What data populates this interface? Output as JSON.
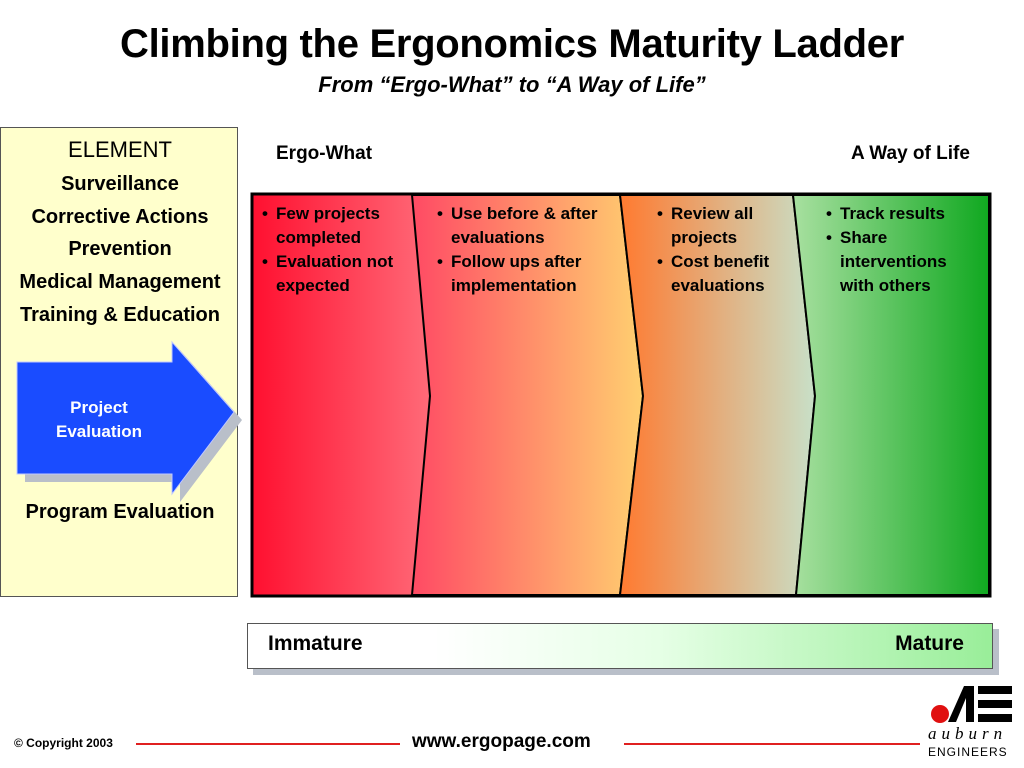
{
  "header": {
    "title": "Climbing the Ergonomics Maturity Ladder",
    "subtitle": "From “Ergo-What” to “A Way of Life”"
  },
  "element_panel": {
    "heading": "ELEMENT",
    "items": [
      "Surveillance",
      "Corrective Actions",
      "Prevention",
      "Medical Management",
      "Training & Education"
    ],
    "arrow_label": [
      "Project",
      "Evaluation"
    ],
    "footer_item": "Program Evaluation"
  },
  "ladder": {
    "left_label": "Ergo-What",
    "right_label": "A Way of Life",
    "stages": [
      {
        "bullets": [
          "Few projects completed",
          "Evaluation not expected"
        ],
        "color": "#ff2030"
      },
      {
        "bullets": [
          "Use before & after evaluations",
          "Follow ups after implementation"
        ],
        "color": "#ffc060"
      },
      {
        "bullets": [
          "Review all projects",
          "Cost benefit evaluations"
        ],
        "color": "#ff8030"
      },
      {
        "bullets": [
          "Track results",
          "Share interventions with others"
        ],
        "color": "#20b020"
      }
    ]
  },
  "scale": {
    "left": "Immature",
    "right": "Mature"
  },
  "footer": {
    "copyright": "© Copyright 2003",
    "url": "www.ergopage.com",
    "logo_line1": "auburn",
    "logo_line2": "ENGINEERS"
  },
  "colors": {
    "panel_bg": "#ffffcc",
    "arrow": "#1a4cff",
    "footer_line": "#e02020",
    "logo_dot": "#e01010"
  }
}
